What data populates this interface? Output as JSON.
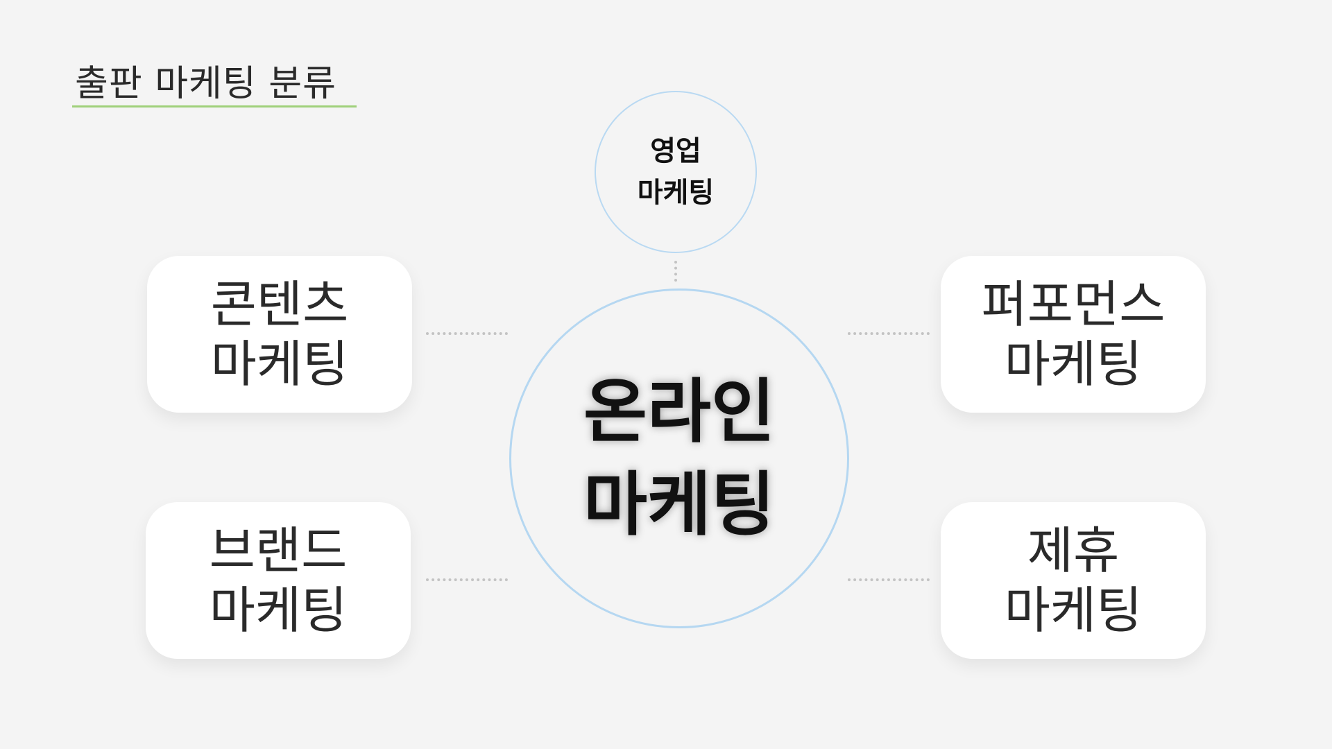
{
  "title": "출판 마케팅 분류",
  "center": {
    "line1": "온라인",
    "line2": "마케팅"
  },
  "top_node": {
    "line1": "영업",
    "line2": "마케팅"
  },
  "nodes": [
    {
      "line1": "콘텐츠",
      "line2": "마케팅"
    },
    {
      "line1": "퍼포먼스",
      "line2": "마케팅"
    },
    {
      "line1": "브랜드",
      "line2": "마케팅"
    },
    {
      "line1": "제휴",
      "line2": "마케팅"
    }
  ],
  "colors": {
    "accent_underline": "#9fd07a",
    "circle_border": "#b5d7f1",
    "background": "#f4f4f4"
  }
}
